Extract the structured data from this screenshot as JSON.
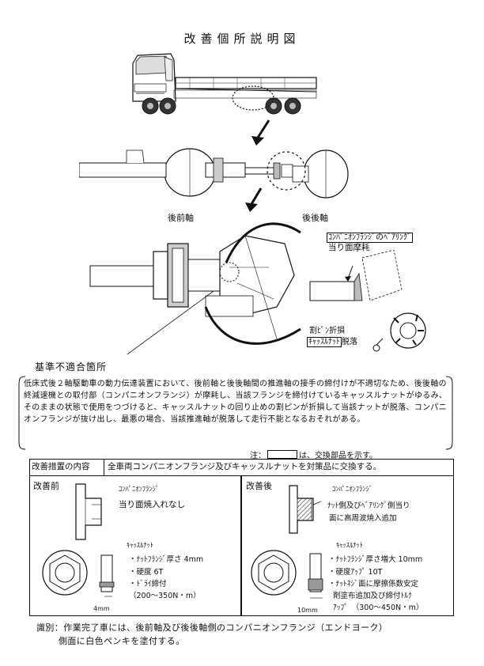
{
  "title": "改善個所説明図",
  "labels": {
    "front_rear_axle": "後前軸",
    "rear_rear_axle": "後後軸",
    "flange_bearing": "ｺﾝﾊﾟﾆｵﾝﾌﾗﾝｼﾞのﾍﾞｱﾘﾝｸﾞ",
    "contact_wear": "当り面摩耗",
    "split_pin": "割ﾋﾟﾝ折損",
    "castle_nut": "ｷｬｯｽﾙﾅｯﾄ",
    "falloff": "脱落",
    "standard_nonconformity": "基準不適合箇所"
  },
  "description": "低床式後２軸駆動車の動力伝達装置において、後前軸と後後軸間の推進軸の接手の締付けが不適切なため、後後軸の終減速機との取付部（コンパニオンフランジ）が摩耗し、当該フランジを締付けているキャッスルナットがゆるみ、そのままの状態で使用をつづけると、キャッスルナットの回り止めの割ピンが折損して当該ナットが脱落、コンパニオンフランジが抜け出し、最悪の場合、当該推進軸が脱落して走行不能となるおそれがある。",
  "note": {
    "prefix": "注：",
    "suffix": "は、交換部品を示す。"
  },
  "measure": {
    "heading": "改善措置の内容",
    "text": "全車両コンパニオンフランジ及びキャッスルナットを対策品に交換する。"
  },
  "before": {
    "heading": "改善前",
    "flange_label": "ｺﾝﾊﾟﾆｵﾝﾌﾗﾝｼﾞ",
    "flange_desc": "当り面焼入れなし",
    "nut_label": "ｷｬｯｽﾙﾅｯﾄ",
    "spec1": "・ﾅｯﾄﾌﾗﾝｼﾞ厚さ 4mm",
    "spec2": "・硬度 6T",
    "spec3": "・ﾄﾞﾗｲ締付",
    "spec4": "（200～350N・m）",
    "dim": "4mm"
  },
  "after": {
    "heading": "改善後",
    "flange_label": "ｺﾝﾊﾟﾆｵﾝﾌﾗﾝｼﾞ",
    "flange_desc1": "ﾅｯﾄ側及びﾍﾞｱﾘﾝｸﾞ側当り",
    "flange_desc2": "面に高周波焼入追加",
    "nut_label": "ｷｬｯｽﾙﾅｯﾄ",
    "spec1": "・ﾅｯﾄﾌﾗﾝｼﾞ厚さ増大 10mm",
    "spec2": "・硬度ｱｯﾌﾟ 10T",
    "spec3": "・ﾅｯﾄﾈｼﾞ面に摩擦係数安定",
    "spec4": "剤塗布追加及び締付ﾄﾙｸ",
    "spec5": "ｱｯﾌﾟ　（300～450N・m）",
    "dim": "10mm"
  },
  "identification": {
    "line1": "識別：作業完了車には、後前軸及び後後軸側のコンパニオンフランジ（エンドヨーク）",
    "line2": "側面に白色ペンキを塗付する。"
  }
}
